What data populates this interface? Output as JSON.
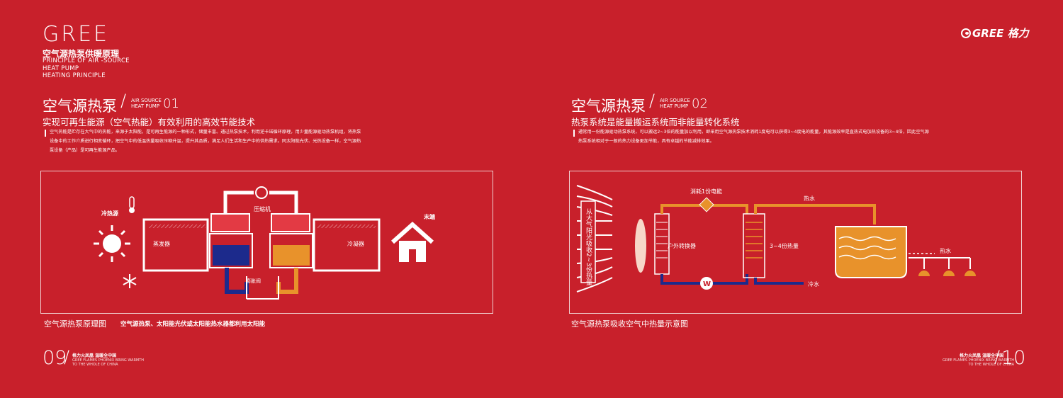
{
  "header": {
    "brand": "GREE",
    "title_cn": "空气源热泵供暖原理",
    "title_en": [
      "PRINCIPLE OF AIR -SOURCE",
      "HEAT PUMP",
      "HEATING PRINCIPLE"
    ],
    "logo_text": "GREE 格力"
  },
  "left": {
    "title": "空气源热泵",
    "tag": [
      "AIR SOURCE",
      "HEAT PUMP"
    ],
    "num": "01",
    "subhead": "实现可再生能源（空气热能）有效利用的高效节能技术",
    "paragraph": "空气热能是贮存在大气中的热能，来源于太阳能，是可再生能源的一种形式，储量丰富。通过热泵技术，利用逆卡诺循环原理，用少量能源驱动热泵机组，将热泵设备中的工作介质进行相变循环，把空气中的低温热量吸收压缩升温，提升其品质，满足人们生活和生产中的供热需求。同太阳能光伏、光热设备一样，空气源热泵设备（产品）是可再生能源产品。",
    "diagram": {
      "cold_source": "冷热源",
      "evaporator": "蒸发器",
      "compressor": "压缩机",
      "condenser": "冷凝器",
      "expansion_valve": "膨胀阀",
      "terminal": "末端"
    },
    "caption": "空气源热泵原理图",
    "caption_bold": "空气源热泵、太阳能光伏或太阳能热水器都利用太阳能",
    "page_num": "09",
    "footer_cn": "格力火凤凰  温暖全中国",
    "footer_en": [
      "GREE FLAMES PHOENIX BRING WARMTH",
      "TO THE WHOLE OF CHINA"
    ]
  },
  "right": {
    "title": "空气源热泵",
    "tag": [
      "AIR SOURCE",
      "HEAT PUMP"
    ],
    "num": "02",
    "subhead": "热泵系统是能量搬运系统而非能量转化系统",
    "paragraph": "通常用一份能源驱动热泵系统，可以搬运2~3倍的能量加以利用，即采用空气源热泵技术消耗1度电可以获得3~4度电的能量，其能源效率是直热式电加热设备的3~4倍，因此空气源热泵系统相对于一般的热力设备更加节能，具有卓越的节能减排效果。",
    "diagram": {
      "absorb": "从大气阳光吸收2~3份热量",
      "power": "消耗1份电能",
      "outdoor_exchanger": "户外转换器",
      "heat_amount": "3~4份热量",
      "hot_water": "热水",
      "cold_water": "冷水",
      "hot_water_out": "热水",
      "pump_icon": "W"
    },
    "caption": "空气源热泵吸收空气中热量示意图",
    "page_num": "10",
    "footer_cn": "格力火凤凰  温暖全中国",
    "footer_en": [
      "GREE FLAMES PHOENIX BRING WARMTH",
      "TO THE WHOLE OF CHINA"
    ]
  },
  "colors": {
    "background": "#c8202b",
    "cold": "#1c2a8c",
    "hot": "#e8922b",
    "line": "#ffffff"
  }
}
